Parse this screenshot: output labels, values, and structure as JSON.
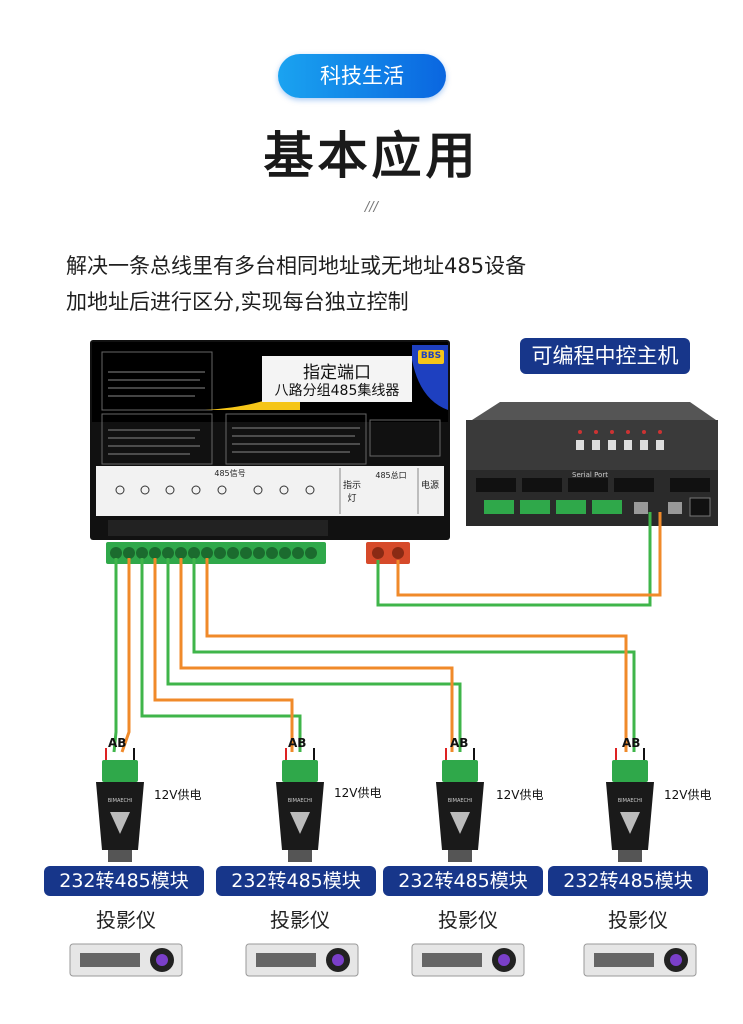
{
  "badge": "科技生活",
  "title": "基本应用",
  "slashes": "///",
  "description": [
    "解决一条总线里有多台相同地址或无地址485设备",
    "加地址后进行区分,实现每台独立控制"
  ],
  "device": {
    "line1": "指定端口",
    "line2": "八路分组485集线器",
    "logo": "BBS",
    "port_label": "485信号",
    "indicator_label": "指示灯",
    "power_label": "电源",
    "bus_label": "485总口"
  },
  "host": {
    "label": "可编程中控主机",
    "serial_label": "Serial Port"
  },
  "modules": [
    {
      "label": "232转485模块",
      "ab": "AB",
      "power": "12V供电",
      "brand": "BIMAECHI",
      "device": "投影仪"
    },
    {
      "label": "232转485模块",
      "ab": "AB",
      "power": "12V供电",
      "brand": "BIMAECHI",
      "device": "投影仪"
    },
    {
      "label": "232转485模块",
      "ab": "AB",
      "power": "12V供电",
      "brand": "BIMAECHI",
      "device": "投影仪"
    },
    {
      "label": "232转485模块",
      "ab": "AB",
      "power": "12V供电",
      "brand": "BIMAECHI",
      "device": "投影仪"
    }
  ],
  "colors": {
    "badge": "#0a66e0",
    "label_bg": "#17368a",
    "wire_green": "#3fb54a",
    "wire_orange": "#f08a2a"
  }
}
